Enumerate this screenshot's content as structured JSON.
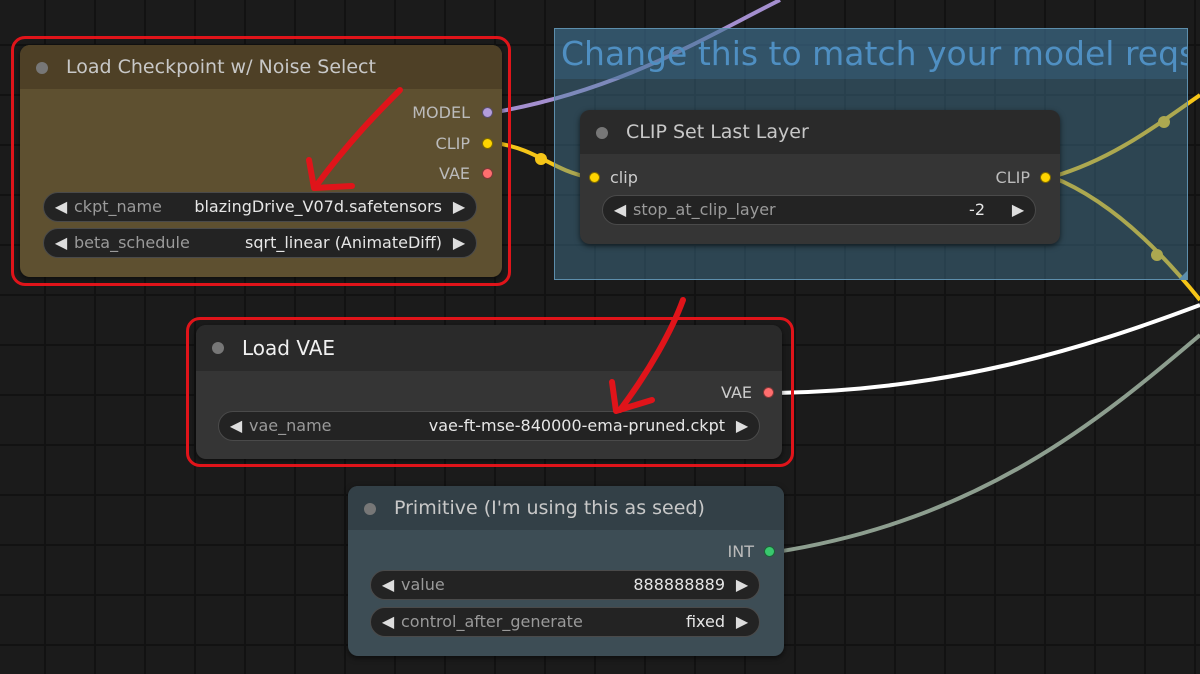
{
  "colors": {
    "model_wire": "#a48fcf",
    "clip_wire": "#f5c518",
    "vae_wire": "#ffffff",
    "int_wire": "#8d9e8f",
    "model_socket": "#b39ddb",
    "clip_socket": "#ffd500",
    "vae_socket": "#ff6e6e",
    "int_socket": "#39c86e",
    "annotation_red": "#e0141a"
  },
  "group": {
    "title": "Change this to match your model reqs"
  },
  "checkpoint_node": {
    "title": "Load Checkpoint w/ Noise Select",
    "outputs": [
      "MODEL",
      "CLIP",
      "VAE"
    ],
    "widgets": [
      {
        "label": "ckpt_name",
        "value": "blazingDrive_V07d.safetensors"
      },
      {
        "label": "beta_schedule",
        "value": "sqrt_linear (AnimateDiff)"
      }
    ]
  },
  "clip_node": {
    "title": "CLIP Set Last Layer",
    "input": "clip",
    "output": "CLIP",
    "widgets": [
      {
        "label": "stop_at_clip_layer",
        "value": "-2"
      }
    ]
  },
  "vae_node": {
    "title": "Load VAE",
    "output": "VAE",
    "widgets": [
      {
        "label": "vae_name",
        "value": "vae-ft-mse-840000-ema-pruned.ckpt"
      }
    ]
  },
  "primitive_node": {
    "title": "Primitive (I'm using this as seed)",
    "output": "INT",
    "widgets": [
      {
        "label": "value",
        "value": "888888889"
      },
      {
        "label": "control_after_generate",
        "value": "fixed"
      }
    ]
  },
  "icons": {
    "arrow_left": "◀",
    "arrow_right": "▶"
  }
}
